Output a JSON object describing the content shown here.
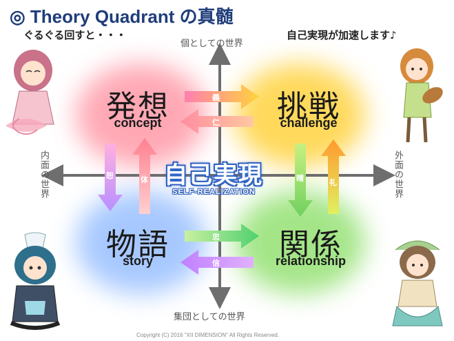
{
  "title": "◎ Theory Quadrant の真髄",
  "subtitle_left": "ぐるぐる回すと・・・",
  "subtitle_right": "自己実現が加速します♪",
  "axes": {
    "top": "個としての世界",
    "bottom": "集団としての世界",
    "left": "内面の世界",
    "right": "外面の世界"
  },
  "quadrants": {
    "top_left": {
      "jp": "発想",
      "en": "concept",
      "color": "#ff9aa8"
    },
    "top_right": {
      "jp": "挑戦",
      "en": "challenge",
      "color": "#ffd54a"
    },
    "bottom_left": {
      "jp": "物語",
      "en": "story",
      "color": "#9ec3ff"
    },
    "bottom_right": {
      "jp": "関係",
      "en": "relationship",
      "color": "#9be37c"
    }
  },
  "center": {
    "jp": "自己実現",
    "en": "SELF-REALIZATION"
  },
  "arrows": {
    "top_right": "義",
    "top_left": "仁",
    "left_down": "恕",
    "left_up": "体",
    "right_down": "晴",
    "right_up": "礼",
    "bottom_right": "忠",
    "bottom_left": "信"
  },
  "copyright": "Copyright (C) 2016 \"XII DIMENSION\" All Rights Reserved."
}
